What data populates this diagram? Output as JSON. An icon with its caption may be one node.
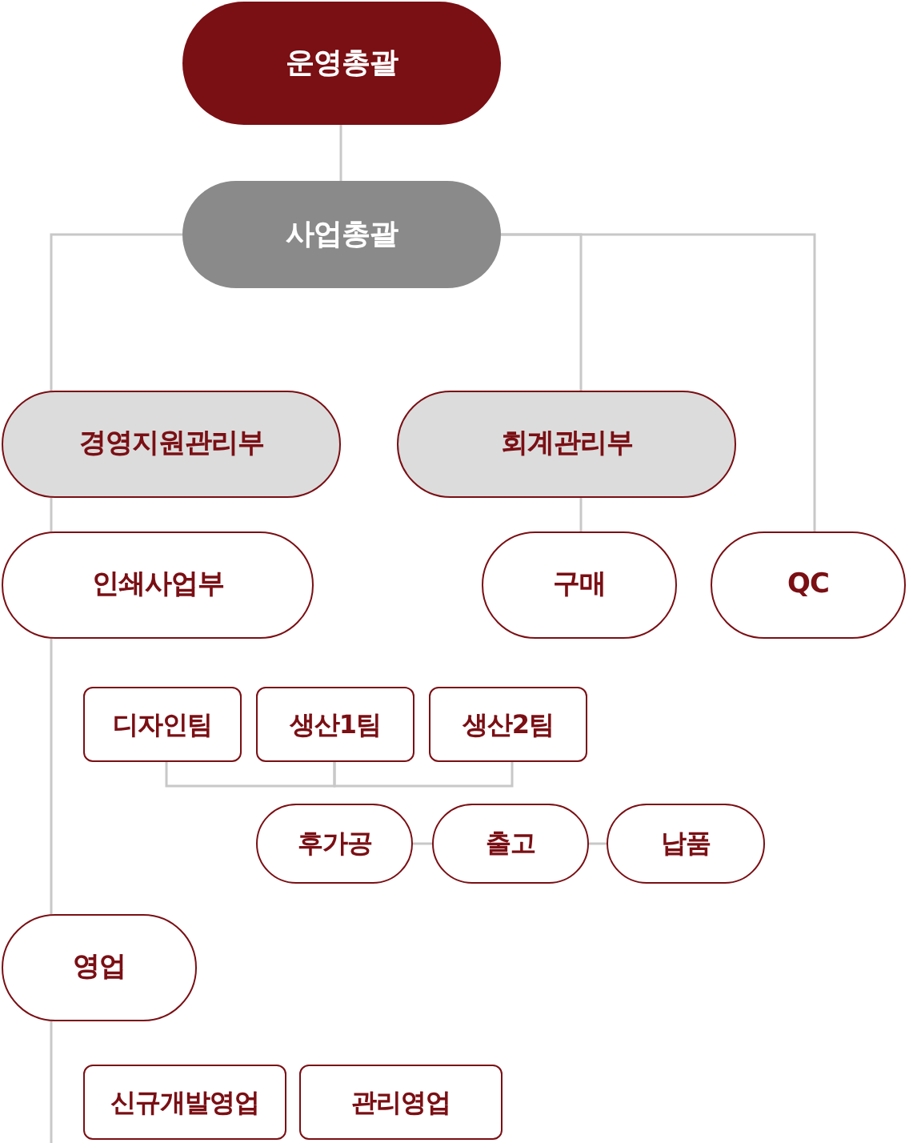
{
  "diagram": {
    "nodes": [
      {
        "text": [
          "운영총괄"
        ]
      },
      {
        "text": [
          "사업총괄"
        ]
      },
      {
        "text": [
          "경영지원관리부"
        ]
      },
      {
        "text": [
          "회계관리부"
        ]
      },
      {
        "text": [
          "인쇄사업부"
        ]
      },
      {
        "text": [
          "구매"
        ]
      },
      {
        "text": [
          "QC"
        ]
      },
      {
        "text": [
          "디자인팀"
        ]
      },
      {
        "text": [
          "생산1팀"
        ]
      },
      {
        "text": [
          "생산2팀"
        ]
      },
      {
        "text": [
          "후가공"
        ]
      },
      {
        "text": [
          "출고"
        ]
      },
      {
        "text": [
          "납품"
        ]
      },
      {
        "text": [
          "영업"
        ]
      },
      {
        "text": [
          "신규개발영업"
        ]
      },
      {
        "text": [
          "관리영업"
        ]
      }
    ],
    "edges": [
      {
        "from": 0,
        "to": 1,
        "arrow": "none"
      },
      {
        "from": 1,
        "to": 2,
        "arrow": "none"
      },
      {
        "from": 1,
        "to": 3,
        "arrow": "none"
      },
      {
        "from": 1,
        "to": 6,
        "arrow": "none"
      },
      {
        "from": 2,
        "to": 4,
        "arrow": "none"
      },
      {
        "from": 3,
        "to": 5,
        "arrow": "none"
      },
      {
        "from": 4,
        "to": 13,
        "arrow": "none"
      },
      {
        "from": 13,
        "to": null,
        "arrow": "none"
      },
      {
        "from": 7,
        "to": 8,
        "arrow": "none"
      },
      {
        "from": 8,
        "to": 9,
        "arrow": "none"
      },
      {
        "from": 10,
        "to": 11,
        "arrow": "none"
      },
      {
        "from": 11,
        "to": 12,
        "arrow": "none"
      }
    ]
  }
}
